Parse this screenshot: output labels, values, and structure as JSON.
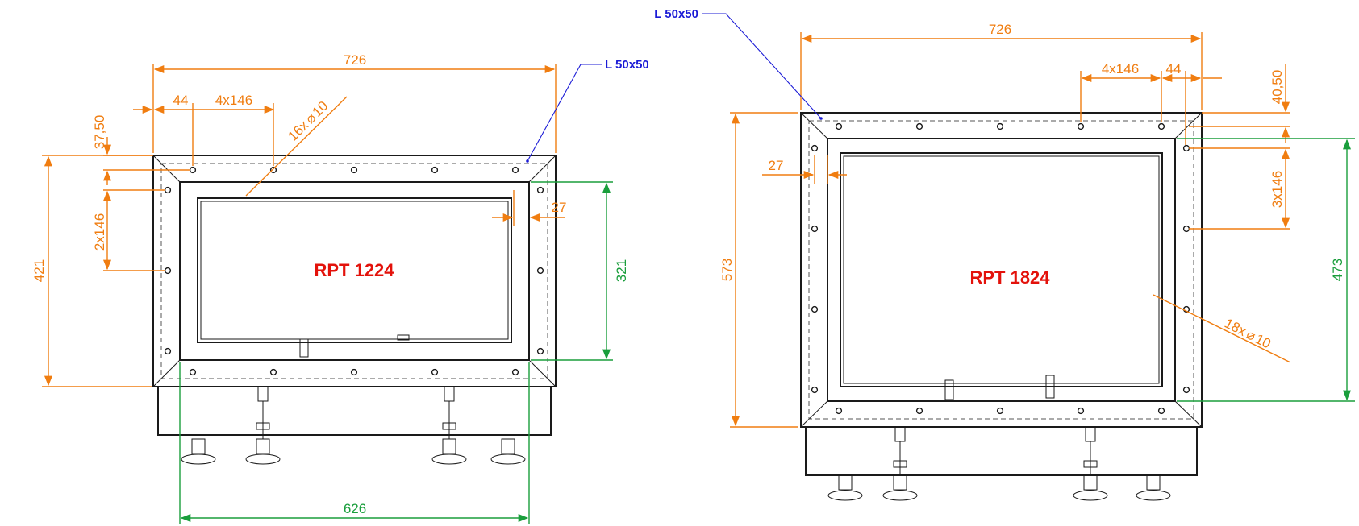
{
  "colors": {
    "dimension_orange": "#f07d10",
    "dimension_green": "#1a9e3c",
    "callout_blue": "#1b1bd6",
    "model_red": "#e3120b",
    "outline": "#1a1a1a"
  },
  "left_view": {
    "model": "RPT 1224",
    "profile": "L 50x50",
    "width": "726",
    "edge": "44",
    "top_pitch": "4x146",
    "holes": "16x",
    "hole_dia": "10",
    "top_offset": "37,50",
    "side_pitch": "2x146",
    "height": "421",
    "inner_height": "321",
    "inner_offset": "27",
    "inner_width": "626"
  },
  "right_view": {
    "model": "RPT 1824",
    "profile": "L 50x50",
    "width": "726",
    "top_pitch": "4x146",
    "edge": "44",
    "top_offset": "40,50",
    "side_pitch": "3x146",
    "height": "573",
    "inner_height": "473",
    "inner_offset": "27",
    "holes": "18x",
    "hole_dia": "10"
  }
}
